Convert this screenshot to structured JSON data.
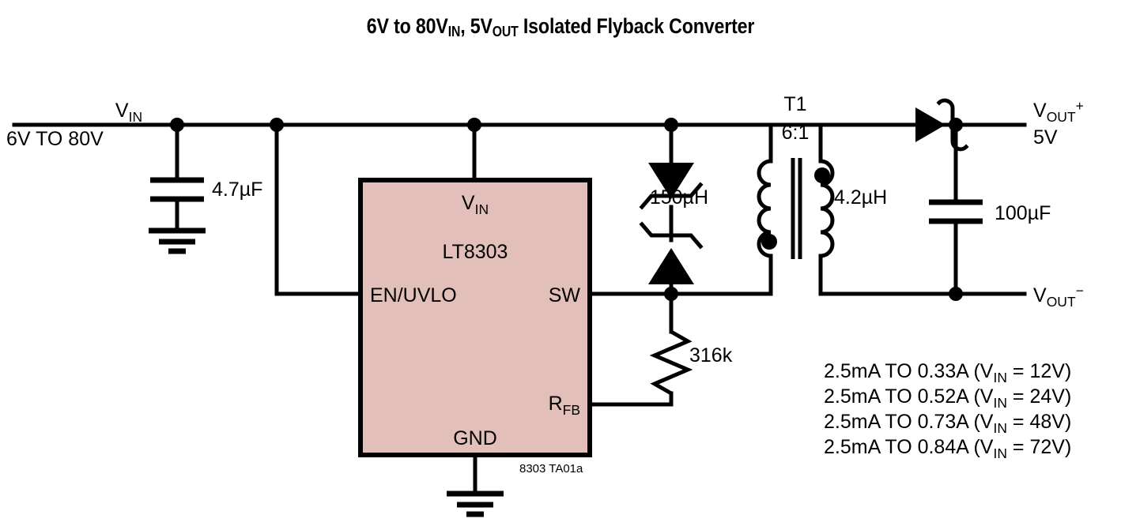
{
  "title": {
    "full": "6V to 80VIN, 5VOUT Isolated Flyback Converter",
    "part1": "6V to 80V",
    "sub1": "IN",
    "part2": ", 5V",
    "sub2": "OUT",
    "part3": " Isolated Flyback Converter"
  },
  "colors": {
    "ic_fill": "#e2bfb8",
    "line": "#000000",
    "background": "#ffffff"
  },
  "ic": {
    "name": "LT8303",
    "pins": {
      "vin": "V",
      "vin_sub": "IN",
      "en_uvlo": "EN/UVLO",
      "sw": "SW",
      "rfb": "R",
      "rfb_sub": "FB",
      "gnd": "GND"
    }
  },
  "input": {
    "rail_label": "V",
    "rail_label_sub": "IN",
    "range": "6V TO 80V",
    "cap": "4.7µF"
  },
  "transformer": {
    "designator": "T1",
    "ratio": "6:1",
    "primary_inductance": "150µH",
    "secondary_inductance": "4.2µH"
  },
  "components": {
    "rfb_resistor": "316k",
    "output_cap": "100µF"
  },
  "output": {
    "pos_label": "V",
    "pos_sub": "OUT",
    "pos_sup": "+",
    "voltage": "5V",
    "neg_label": "V",
    "neg_sub": "OUT",
    "neg_sup": "−"
  },
  "current_specs": [
    {
      "range": "2.5mA TO 0.33A (V",
      "sub": "IN",
      "cond": " = 12V)"
    },
    {
      "range": "2.5mA TO 0.52A (V",
      "sub": "IN",
      "cond": " = 24V)"
    },
    {
      "range": "2.5mA TO 0.73A (V",
      "sub": "IN",
      "cond": " = 48V)"
    },
    {
      "range": "2.5mA TO 0.84A (V",
      "sub": "IN",
      "cond": " = 72V)"
    }
  ],
  "footer": "8303 TA01a"
}
